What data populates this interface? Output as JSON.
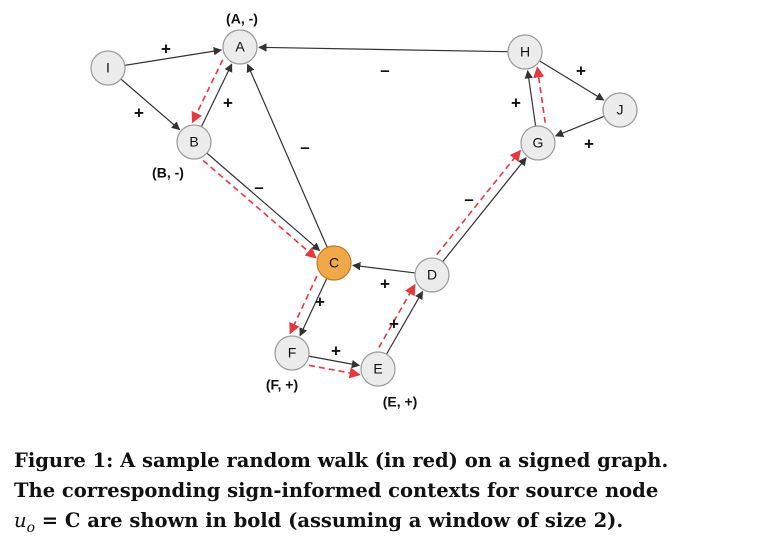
{
  "nodes": [
    {
      "id": "I",
      "label": "I",
      "highlight": false
    },
    {
      "id": "A",
      "label": "A",
      "highlight": false
    },
    {
      "id": "B",
      "label": "B",
      "highlight": false
    },
    {
      "id": "C",
      "label": "C",
      "highlight": true
    },
    {
      "id": "D",
      "label": "D",
      "highlight": false
    },
    {
      "id": "E",
      "label": "E",
      "highlight": false
    },
    {
      "id": "F",
      "label": "F",
      "highlight": false
    },
    {
      "id": "G",
      "label": "G",
      "highlight": false
    },
    {
      "id": "H",
      "label": "H",
      "highlight": false
    },
    {
      "id": "J",
      "label": "J",
      "highlight": false
    }
  ],
  "edges": [
    {
      "id": "I-A",
      "from": "I",
      "to": "A",
      "sign": "+"
    },
    {
      "id": "I-B",
      "from": "I",
      "to": "B",
      "sign": "+"
    },
    {
      "id": "B-A",
      "from": "B",
      "to": "A",
      "sign": "+"
    },
    {
      "id": "H-A",
      "from": "H",
      "to": "A",
      "sign": "-"
    },
    {
      "id": "C-A",
      "from": "C",
      "to": "A",
      "sign": "-"
    },
    {
      "id": "B-C",
      "from": "B",
      "to": "C",
      "sign": "-"
    },
    {
      "id": "D-C",
      "from": "D",
      "to": "C",
      "sign": "+"
    },
    {
      "id": "C-F",
      "from": "C",
      "to": "F",
      "sign": "+"
    },
    {
      "id": "F-E",
      "from": "F",
      "to": "E",
      "sign": "+"
    },
    {
      "id": "E-D",
      "from": "E",
      "to": "D",
      "sign": "+"
    },
    {
      "id": "D-G",
      "from": "D",
      "to": "G",
      "sign": "-"
    },
    {
      "id": "G-H",
      "from": "G",
      "to": "H",
      "sign": "+"
    },
    {
      "id": "H-J",
      "from": "H",
      "to": "J",
      "sign": "+"
    },
    {
      "id": "J-G",
      "from": "J",
      "to": "G",
      "sign": "+"
    }
  ],
  "walk": [
    "G",
    "H",
    "A",
    "B",
    "C",
    "F",
    "E",
    "D",
    "G"
  ],
  "walk_path": [
    "H",
    "G",
    "D",
    "E",
    "F",
    "C",
    "B",
    "A"
  ],
  "context_labels": {
    "A": "(A, -)",
    "B": "(B, -)",
    "F": "(F, +)",
    "E": "(E, +)"
  },
  "colors": {
    "walk": "#e8383d",
    "highlight_fill": "#f0a848",
    "highlight_stroke": "#c07a20",
    "node_fill": "#ececec",
    "node_stroke": "#9a9a9a",
    "edge": "#333333"
  },
  "caption": {
    "line1": "Figure 1: A sample random walk (in red) on a signed graph.",
    "line2": "The corresponding sign-informed contexts for source node",
    "line3": "u",
    "line3_sub": "o",
    "line3_rest": " = C are shown in bold (assuming a window of size 2)."
  }
}
